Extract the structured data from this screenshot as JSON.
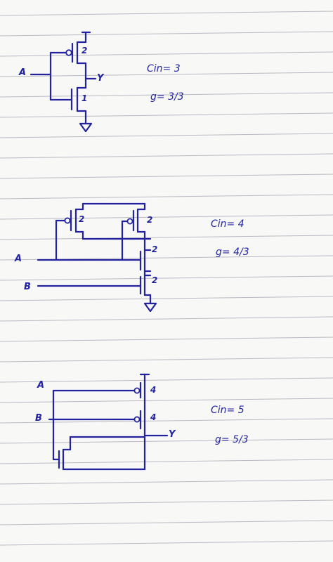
{
  "ink_color": "#2323a0",
  "circuits": [
    {
      "inputs": [
        "A"
      ],
      "output": "Y",
      "pmos_size": "2",
      "nmos_size": "1",
      "cin": "Cin= 3",
      "g": "g= 3/3"
    },
    {
      "inputs": [
        "A",
        "B"
      ],
      "pmos_sizes": [
        "2",
        "2"
      ],
      "nmos_sizes": [
        "2",
        "2"
      ],
      "cin": "Cin= 4",
      "g": "g= 4/3"
    },
    {
      "inputs": [
        "A",
        "B"
      ],
      "output": "Y",
      "pmos_sizes": [
        "4",
        "4"
      ],
      "cin": "Cin= 5",
      "g": "g= 5/3"
    }
  ]
}
